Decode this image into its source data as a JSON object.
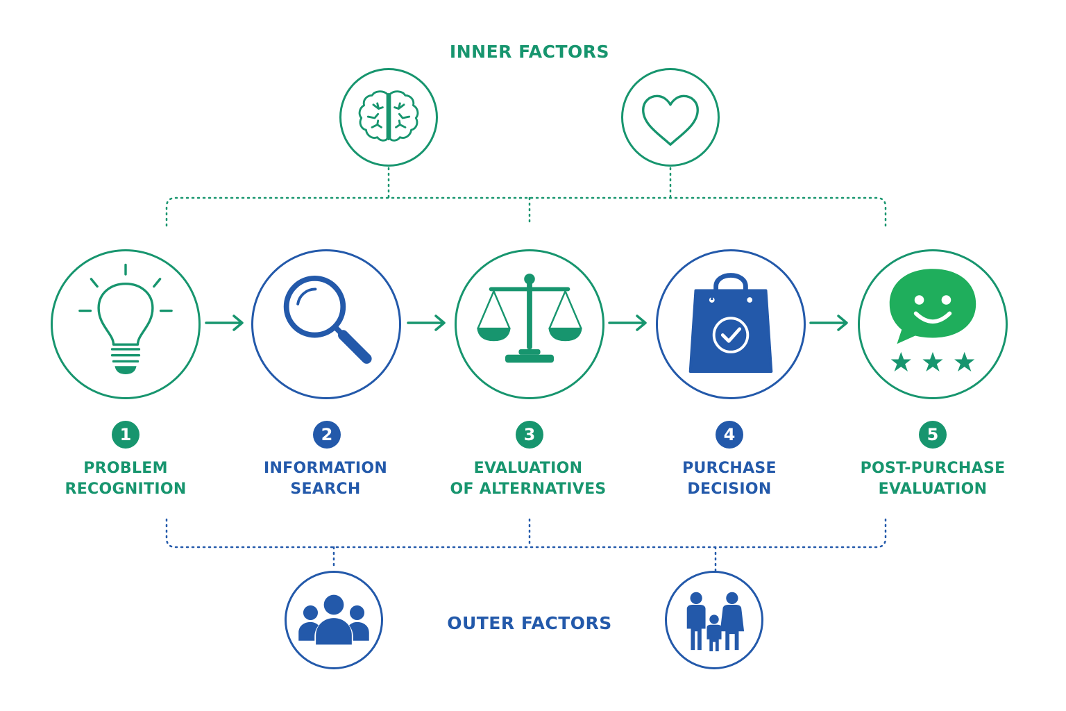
{
  "colors": {
    "green": "#17956e",
    "blue": "#2359aa",
    "bright_green": "#1fae5c"
  },
  "inner_factors": {
    "title": "INNER FACTORS",
    "icons": [
      "brain-icon",
      "heart-icon"
    ]
  },
  "outer_factors": {
    "title": "OUTER FACTORS",
    "icons": [
      "group-icon",
      "family-icon"
    ]
  },
  "steps": [
    {
      "number": "1",
      "line1": "PROBLEM",
      "line2": "RECOGNITION",
      "icon": "lightbulb-icon",
      "color": "green"
    },
    {
      "number": "2",
      "line1": "INFORMATION",
      "line2": "SEARCH",
      "icon": "magnifier-icon",
      "color": "blue"
    },
    {
      "number": "3",
      "line1": "EVALUATION",
      "line2": "OF ALTERNATIVES",
      "icon": "scales-icon",
      "color": "green"
    },
    {
      "number": "4",
      "line1": "PURCHASE",
      "line2": "DECISION",
      "icon": "shopping-bag-check-icon",
      "color": "blue"
    },
    {
      "number": "5",
      "line1": "POST-PURCHASE",
      "line2": "EVALUATION",
      "icon": "smiley-chat-stars-icon",
      "color": "green"
    }
  ]
}
